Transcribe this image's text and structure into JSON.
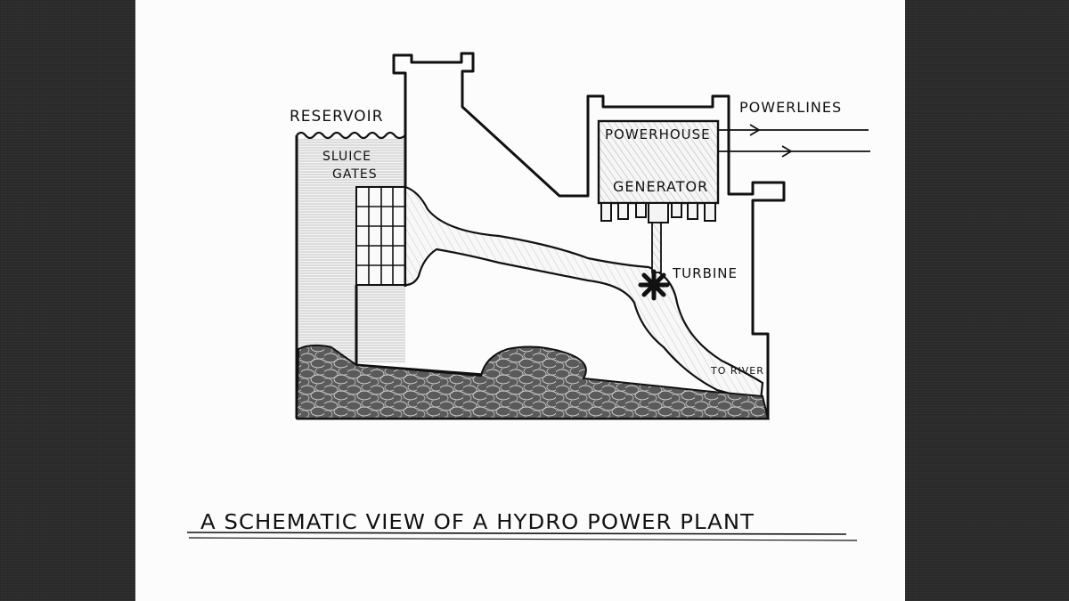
{
  "diagram": {
    "labels": {
      "reservoir": "RESERVOIR",
      "sluice": "SLUICE",
      "gates": "GATES",
      "powerhouse": "POWERHOUSE",
      "generator": "GENERATOR",
      "powerlines": "POWERLINES",
      "turbine": "TURBINE",
      "to_river": "TO RIVER"
    },
    "caption": "A SCHEMATIC VIEW OF A HYDRO POWER PLANT"
  },
  "colors": {
    "ink": "#111111",
    "paper": "#fcfcfc",
    "background": "#2b2b2b"
  }
}
